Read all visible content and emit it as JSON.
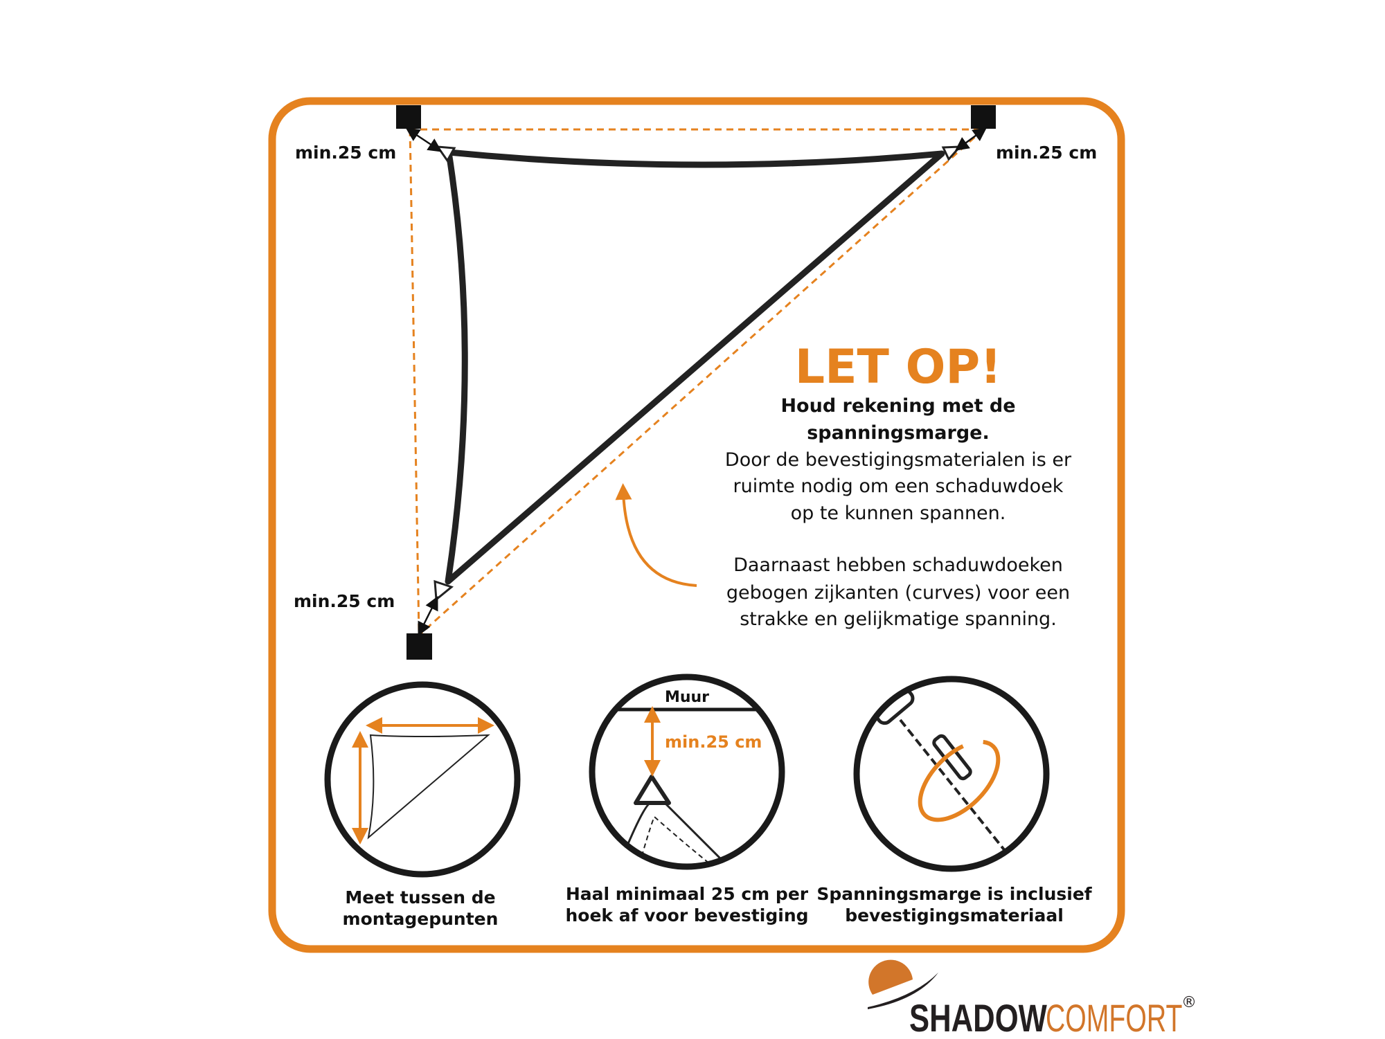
{
  "colors": {
    "accent": "#e5821f",
    "ink": "#1e1e1e",
    "logo_orange": "#d2762a"
  },
  "diagram": {
    "corner_labels": [
      "min.25 cm",
      "min.25 cm",
      "min.25 cm"
    ]
  },
  "notice": {
    "title": "LET OP!",
    "heading_lines": [
      "Houd rekening met de",
      "spanningsmarge."
    ],
    "paragraph1_lines": [
      "Door de bevestigingsmaterialen is er",
      "ruimte nodig om een schaduwdoek",
      "op te kunnen spannen."
    ],
    "paragraph2_lines": [
      "Daarnaast hebben schaduwdoeken",
      "gebogen zijkanten (curves) voor een",
      "strakke en gelijkmatige spanning."
    ]
  },
  "panels": [
    {
      "caption_lines": [
        "Meet tussen de",
        "montagepunten"
      ]
    },
    {
      "wall_label": "Muur",
      "distance_label": "min.25 cm",
      "caption_lines": [
        "Haal minimaal 25 cm per",
        "hoek af voor bevestiging"
      ]
    },
    {
      "caption_lines": [
        "Spanningsmarge is inclusief",
        "bevestigingsmateriaal"
      ]
    }
  ],
  "logo": {
    "word1": "SHADOW",
    "word2": "COMFORT",
    "registered": "®"
  }
}
